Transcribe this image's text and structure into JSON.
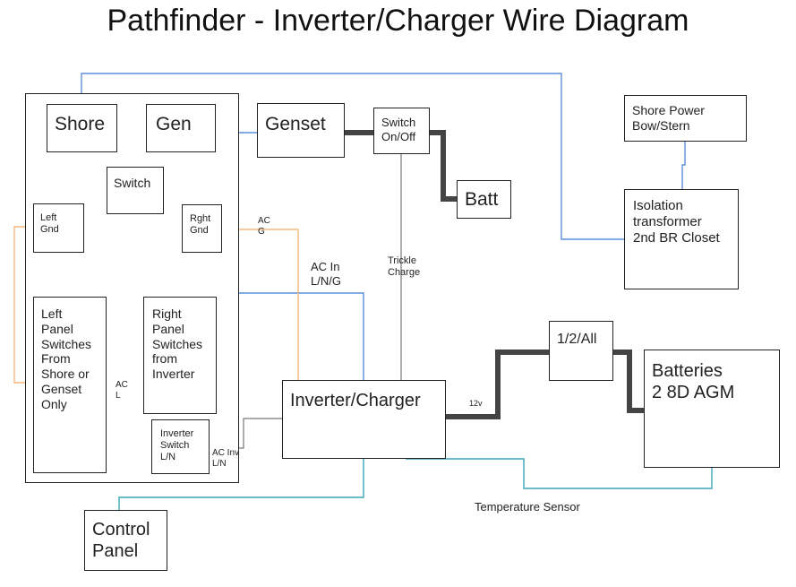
{
  "title": "Pathfinder - Inverter/Charger Wire Diagram",
  "boxes": {
    "shore": "Shore",
    "gen": "Gen",
    "switch_main": "Switch",
    "left_gnd": "Left\nGnd",
    "right_gnd": "Rght\nGnd",
    "left_panel": "Left\nPanel\nSwitches\nFrom\nShore or\nGenset\nOnly",
    "right_panel": "Right\nPanel\nSwitches\nfrom\nInverter",
    "inverter_switch": "Inverter\nSwitch\nL/N",
    "genset": "Genset",
    "switch_onoff": "Switch\nOn/Off",
    "batt": "Batt",
    "shore_power": "Shore Power\nBow/Stern",
    "isolation": "Isolation\ntransformer\n2nd BR Closet",
    "inverter_charger": "Inverter/Charger",
    "one_two_all": "1/2/All",
    "batteries": "Batteries\n2 8D AGM",
    "control_panel": "Control\nPanel"
  },
  "labels": {
    "ac_g": "AC\nG",
    "ac_in_lng": "AC In\nL/N/G",
    "trickle_charge": "Trickle\nCharge",
    "ac_l": "AC\nL",
    "ac_inv_ln": "AC Inv\nL/N",
    "v12": "12v",
    "temp_sensor": "Temperature Sensor"
  },
  "colors": {
    "blue_wire": "#5b8fd8",
    "orange_wire": "#f3b979",
    "teal_wire": "#3aa6b9",
    "gray_wire": "#666666",
    "heavy_wire": "#444444"
  }
}
